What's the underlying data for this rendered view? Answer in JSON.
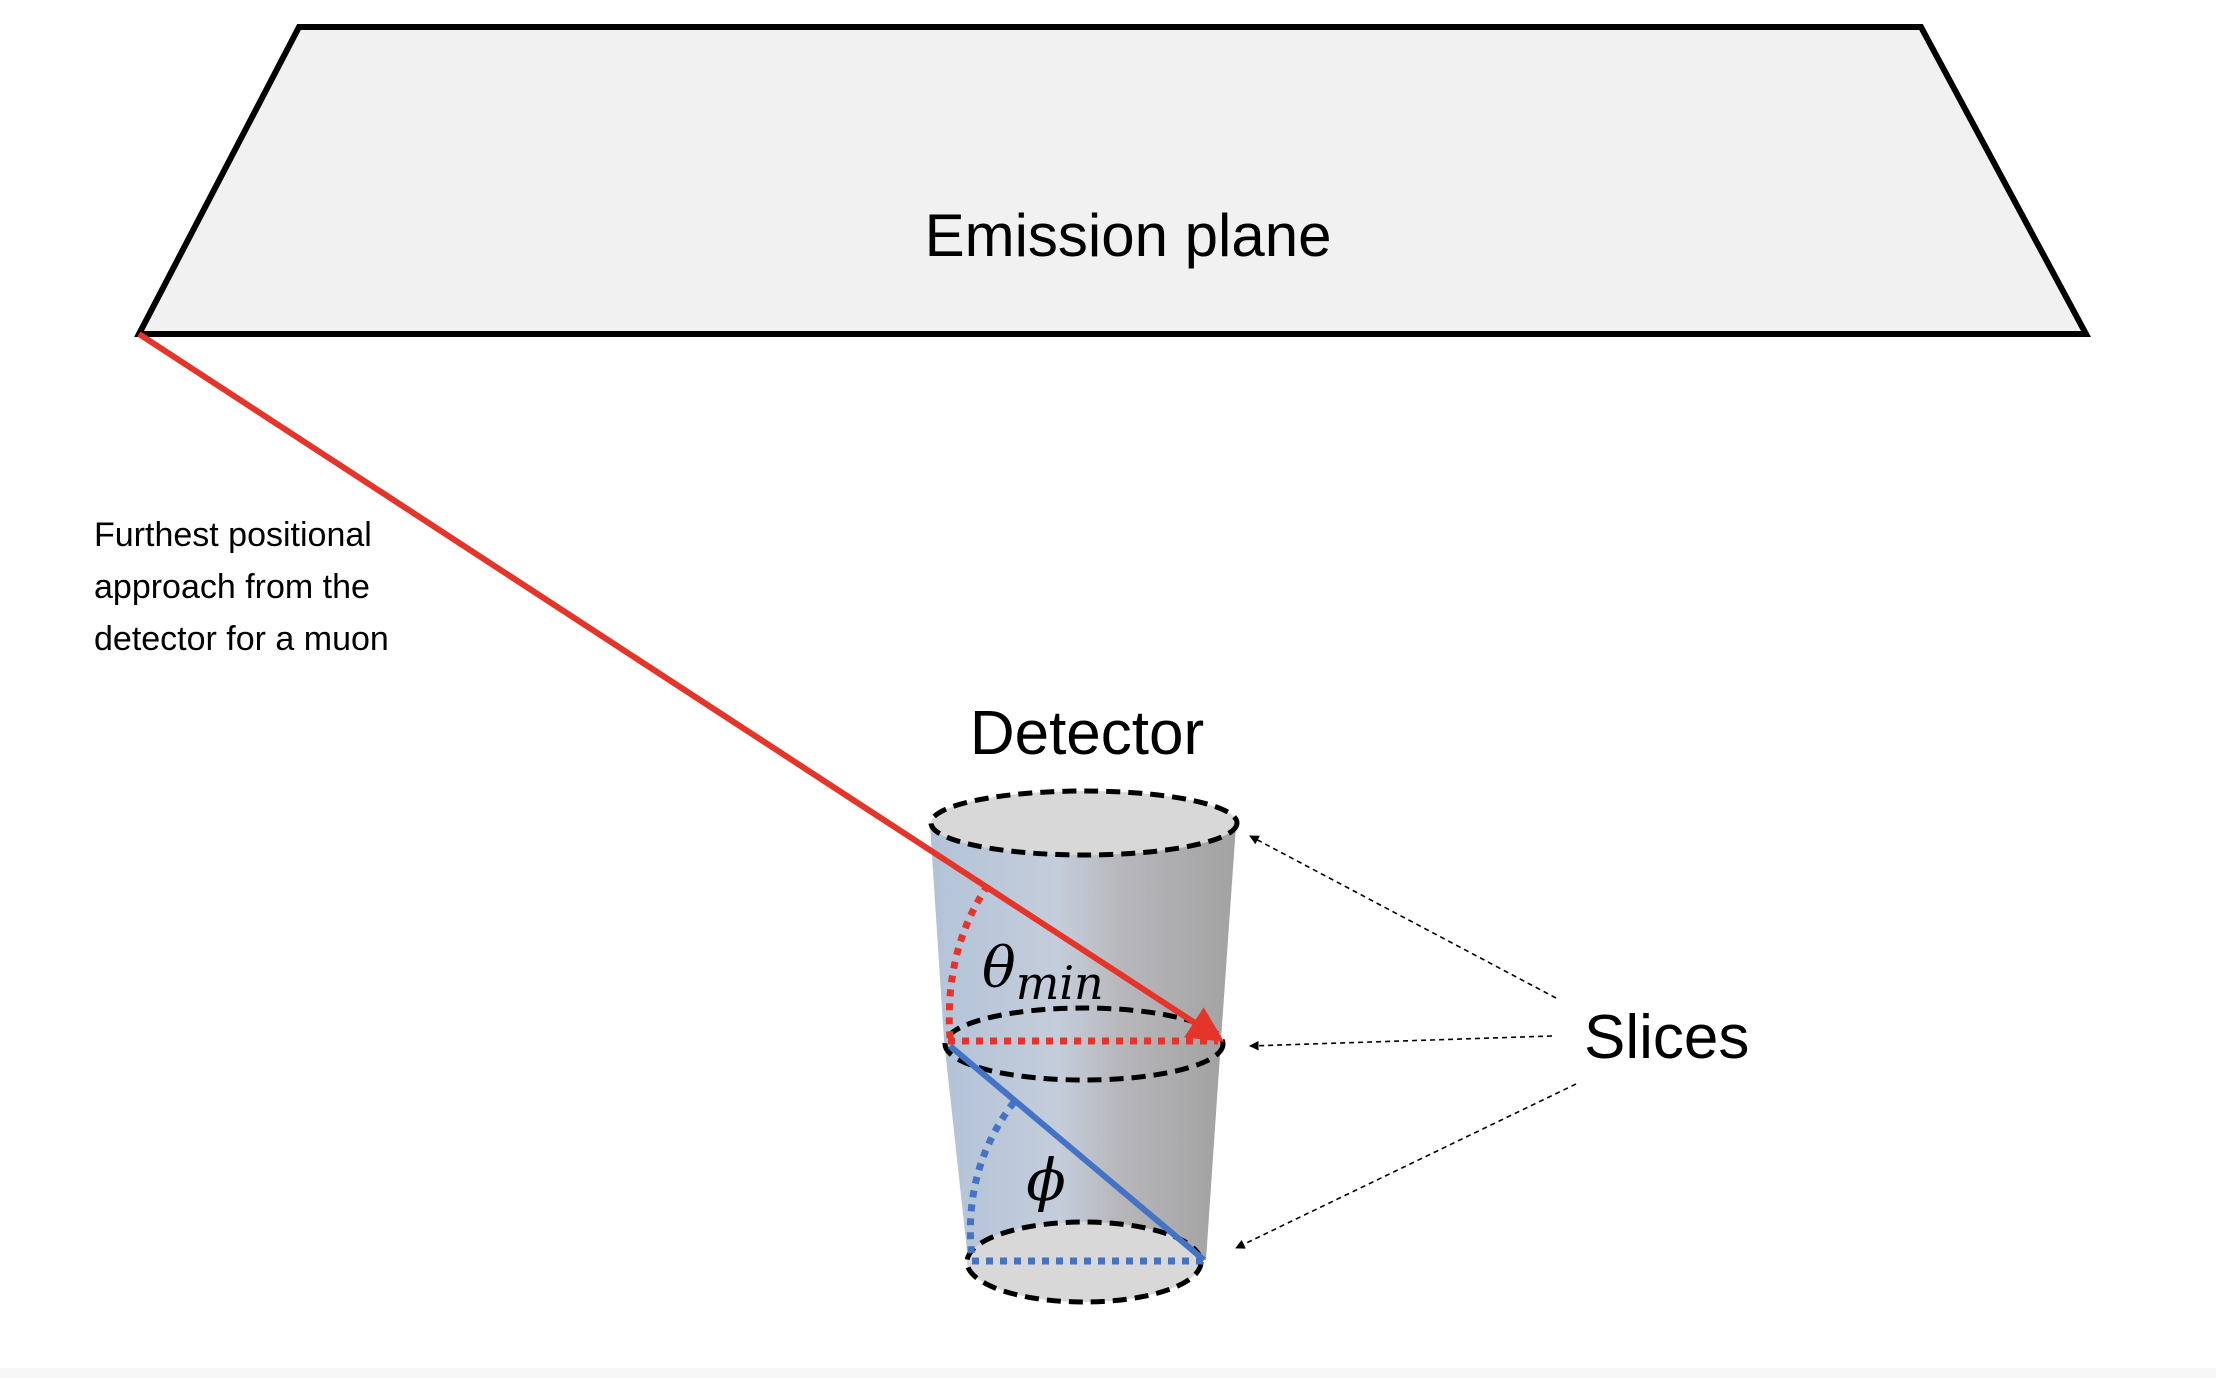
{
  "labels": {
    "emission_plane": "Emission plane",
    "detector": "Detector",
    "slices": "Slices",
    "furthest_approach": [
      "Furthest positional",
      "approach from the",
      "detector for a muon"
    ],
    "theta_symbol": "θ",
    "theta_subscript": "min",
    "phi_symbol": "ϕ"
  },
  "colors": {
    "plane_fill": "#f1f1f1",
    "outline": "#000000",
    "muon_track_red": "#e5352b",
    "muon_track_blue": "#4472c4",
    "cylinder_light": "#b8c8dc",
    "cylinder_dark": "#a5a5a5",
    "ellipse_fill": "#d8d8d8"
  }
}
